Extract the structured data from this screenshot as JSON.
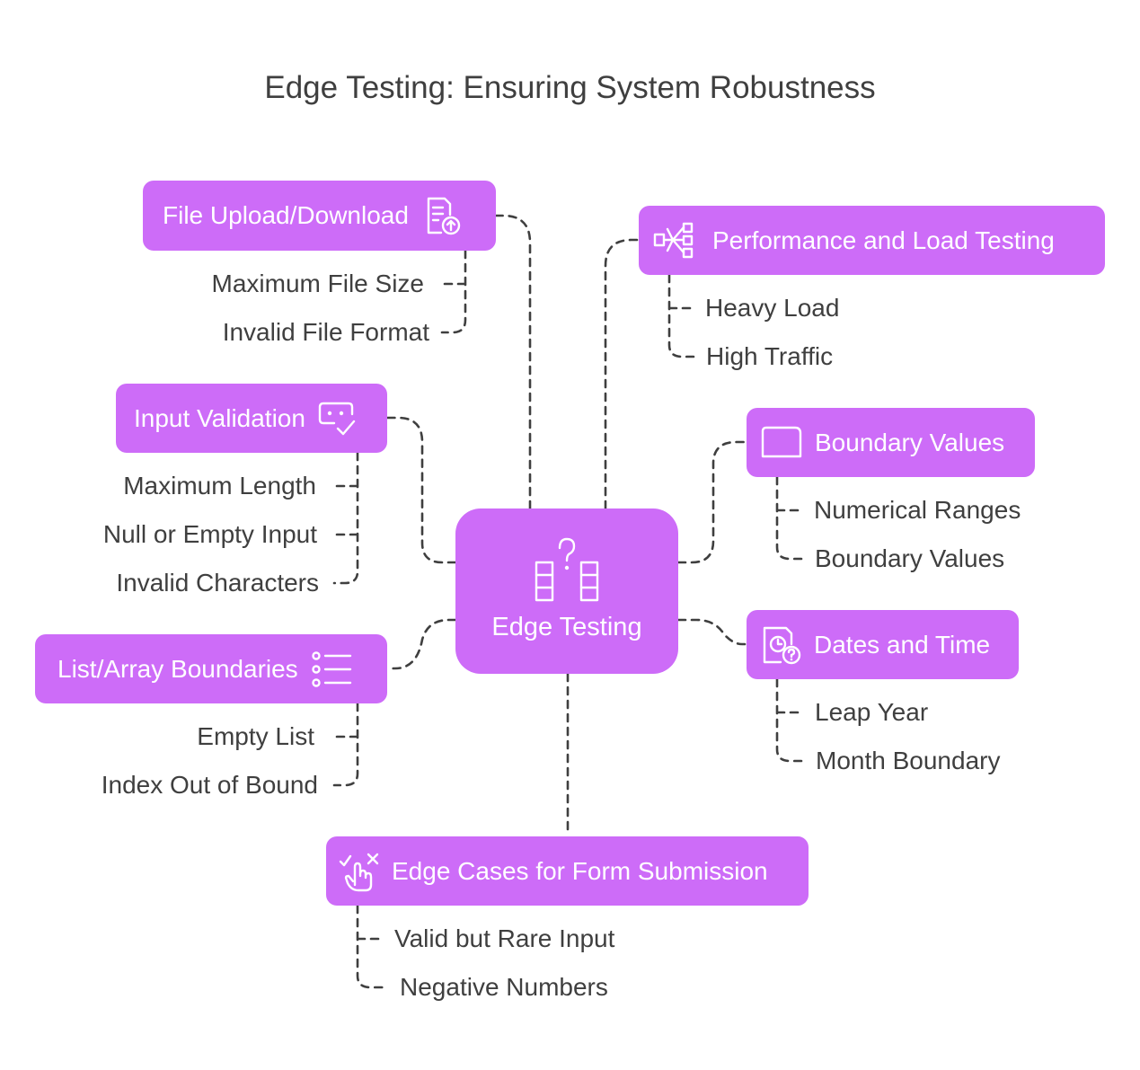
{
  "title": "Edge Testing: Ensuring System Robustness",
  "center": {
    "label": "Edge Testing",
    "icon": "question-columns-icon"
  },
  "branches": {
    "file_upload": {
      "label": "File Upload/Download",
      "icon": "file-upload-icon",
      "items": [
        "Maximum File Size",
        "Invalid File Format"
      ]
    },
    "input_validation": {
      "label": "Input Validation",
      "icon": "input-check-icon",
      "items": [
        "Maximum Length",
        "Null or Empty Input",
        "Invalid Characters"
      ]
    },
    "list_array": {
      "label": "List/Array Boundaries",
      "icon": "list-icon",
      "items": [
        "Empty List",
        "Index Out of Bound"
      ]
    },
    "performance": {
      "label": "Performance and Load Testing",
      "icon": "network-flow-icon",
      "items": [
        "Heavy Load",
        "High Traffic"
      ]
    },
    "boundary": {
      "label": "Boundary Values",
      "icon": "boundary-box-icon",
      "items": [
        "Numerical Ranges",
        "Boundary Values"
      ]
    },
    "dates": {
      "label": "Dates and Time",
      "icon": "clock-question-icon",
      "items": [
        "Leap Year",
        "Month Boundary"
      ]
    },
    "form": {
      "label": "Edge Cases for Form Submission",
      "icon": "hand-check-cross-icon",
      "items": [
        "Valid but Rare Input",
        "Negative Numbers"
      ]
    }
  },
  "colors": {
    "node_fill": "#cd6cf8",
    "node_text": "#ffffff",
    "text": "#3f3f3f",
    "connector": "#3f3f3f"
  }
}
